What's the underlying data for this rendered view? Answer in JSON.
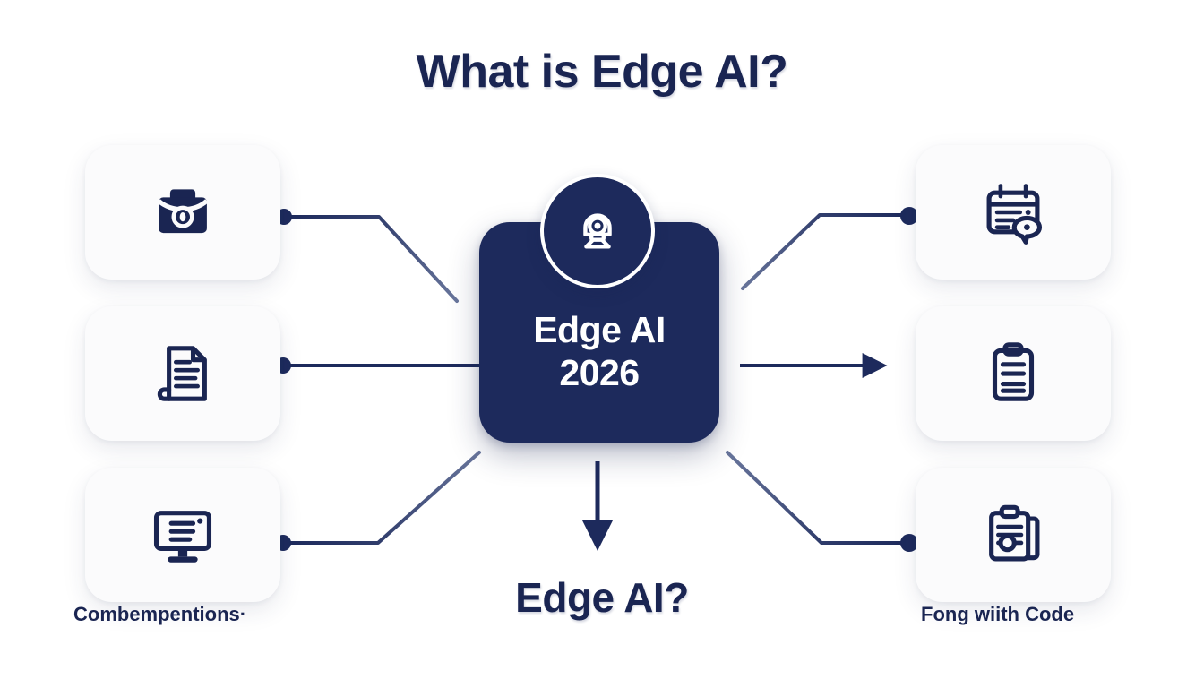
{
  "page": {
    "title": "What is Edge AI?",
    "bottom_caption": "Edge AI?",
    "background_color": "#ffffff",
    "accent_color": "#1d2a5c",
    "text_color": "#1a2552"
  },
  "hub": {
    "line1": "Edge AI",
    "line2": "2026",
    "badge_icon": "webcam-icon",
    "fill_color": "#1d2a5c",
    "text_color": "#ffffff"
  },
  "left_nodes": [
    {
      "icon": "briefcase-camera-icon",
      "label": "",
      "connector": "elbow-down-right",
      "dot": true
    },
    {
      "icon": "document-lines-icon",
      "label": "",
      "connector": "straight-right",
      "dot": true
    },
    {
      "icon": "monitor-text-icon",
      "label": "Combempentions·",
      "connector": "elbow-up-right",
      "dot": true
    }
  ],
  "right_nodes": [
    {
      "icon": "calendar-note-chat-icon",
      "label": "",
      "connector": "elbow-up-right",
      "dot": true
    },
    {
      "icon": "clipboard-lines-icon",
      "label": "",
      "connector": "arrow-right",
      "dot": false
    },
    {
      "icon": "clipboard-stack-icon",
      "label": "Fong wiith Code",
      "connector": "elbow-down-right",
      "dot": true
    }
  ],
  "bottom_connector": {
    "type": "arrow-down",
    "target_label": "Edge AI?"
  }
}
